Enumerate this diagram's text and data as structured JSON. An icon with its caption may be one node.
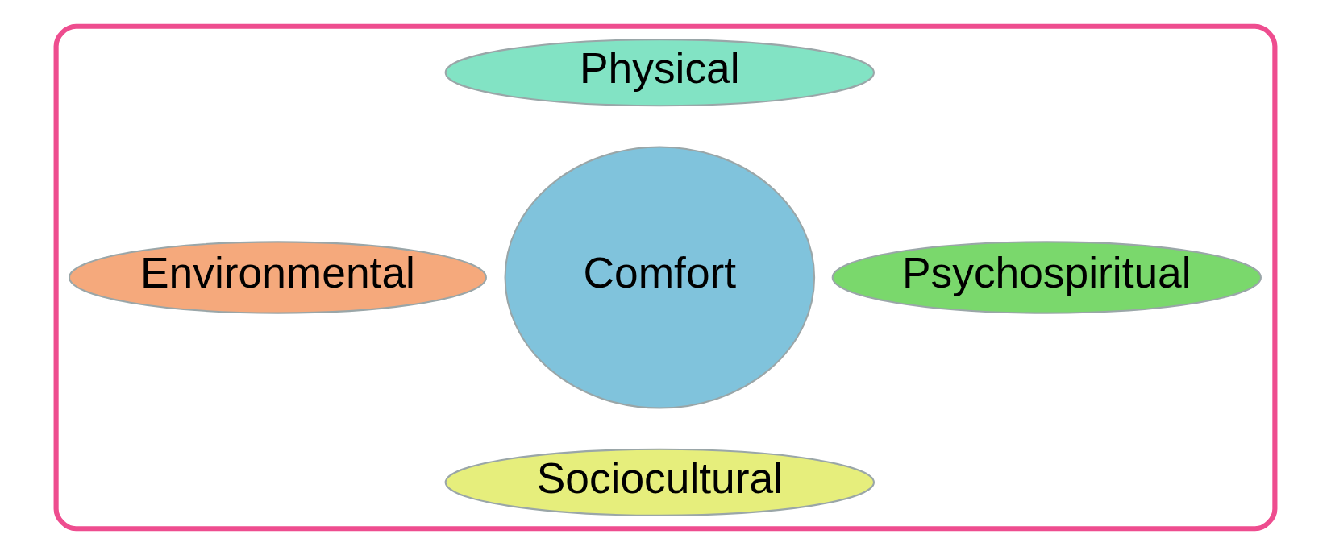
{
  "diagram": {
    "nodes": [
      {
        "text": [],
        "shape": "box"
      },
      {
        "text": [
          "Physical"
        ],
        "in": 0
      },
      {
        "text": [
          "Environmental"
        ],
        "in": 0
      },
      {
        "text": [
          "Comfort"
        ],
        "in": 0
      },
      {
        "text": [
          "Psychospiritual"
        ],
        "in": 0
      },
      {
        "text": [
          "Sociocultural"
        ],
        "in": 0
      }
    ],
    "edges": []
  }
}
